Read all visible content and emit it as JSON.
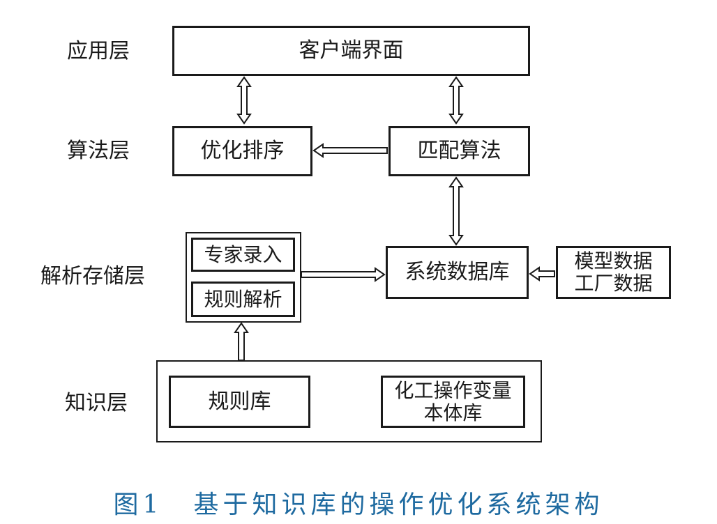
{
  "layers": {
    "app": "应用层",
    "algo": "算法层",
    "parse": "解析存储层",
    "knowledge": "知识层"
  },
  "nodes": {
    "client_ui": "客户端界面",
    "optimize_sort": "优化排序",
    "match_algo": "匹配算法",
    "expert_entry": "专家录入",
    "rule_parse": "规则解析",
    "system_db": "系统数据库",
    "model_data": "模型数据",
    "factory_data": "工厂数据",
    "rule_base": "规则库",
    "chem_op_line1": "化工操作变量",
    "chem_op_line2": "本体库"
  },
  "caption": {
    "number": "图1",
    "title": "基于知识库的操作优化系统架构"
  }
}
